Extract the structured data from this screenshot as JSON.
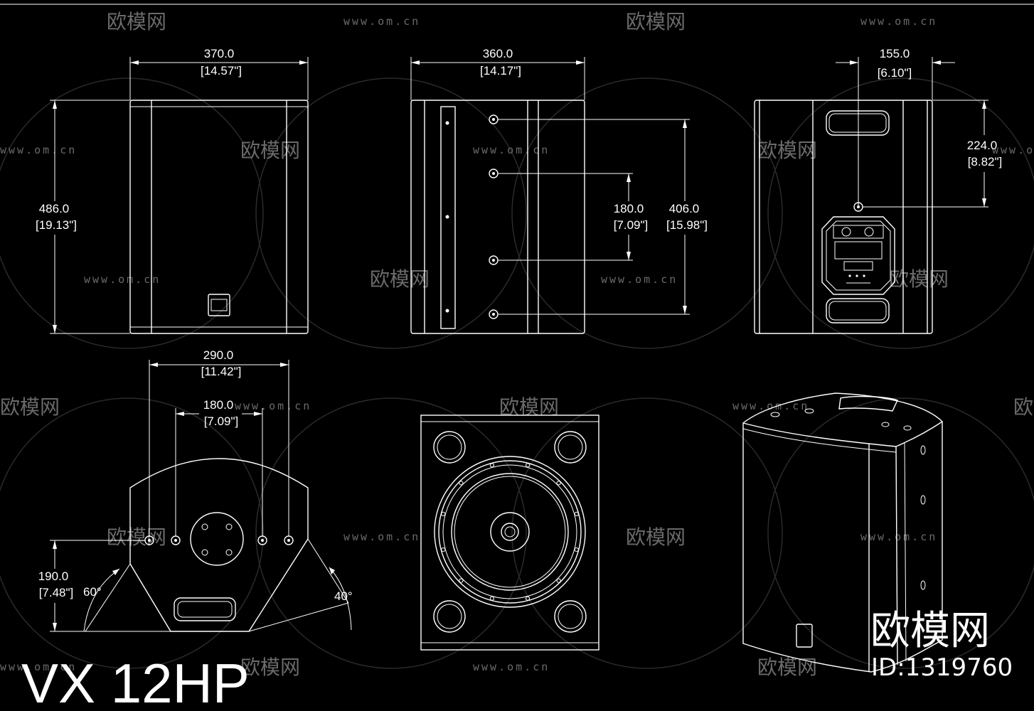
{
  "title": "VX 12HP",
  "watermark": {
    "site": "www.om.cn",
    "logo": "欧模网"
  },
  "brand": {
    "name": "欧模网",
    "id": "ID:1319760"
  },
  "views": {
    "front": {
      "width": "370.0",
      "width_in": "[14.57\"]",
      "height": "486.0",
      "height_in": "[19.13\"]"
    },
    "side": {
      "depth": "360.0",
      "depth_in": "[14.17\"]",
      "pitch": "180.0",
      "pitch_in": "[7.09\"]",
      "span": "406.0",
      "span_in": "[15.98\"]"
    },
    "back": {
      "offset": "155.0",
      "offset_in": "[6.10\"]",
      "height": "224.0",
      "height_in": "[8.82\"]"
    },
    "bottom": {
      "outer": "290.0",
      "outer_in": "[11.42\"]",
      "inner": "180.0",
      "inner_in": "[7.09\"]",
      "height": "190.0",
      "height_in": "[7.48\"]",
      "angle_left": "60°",
      "angle_right": "40°"
    }
  }
}
